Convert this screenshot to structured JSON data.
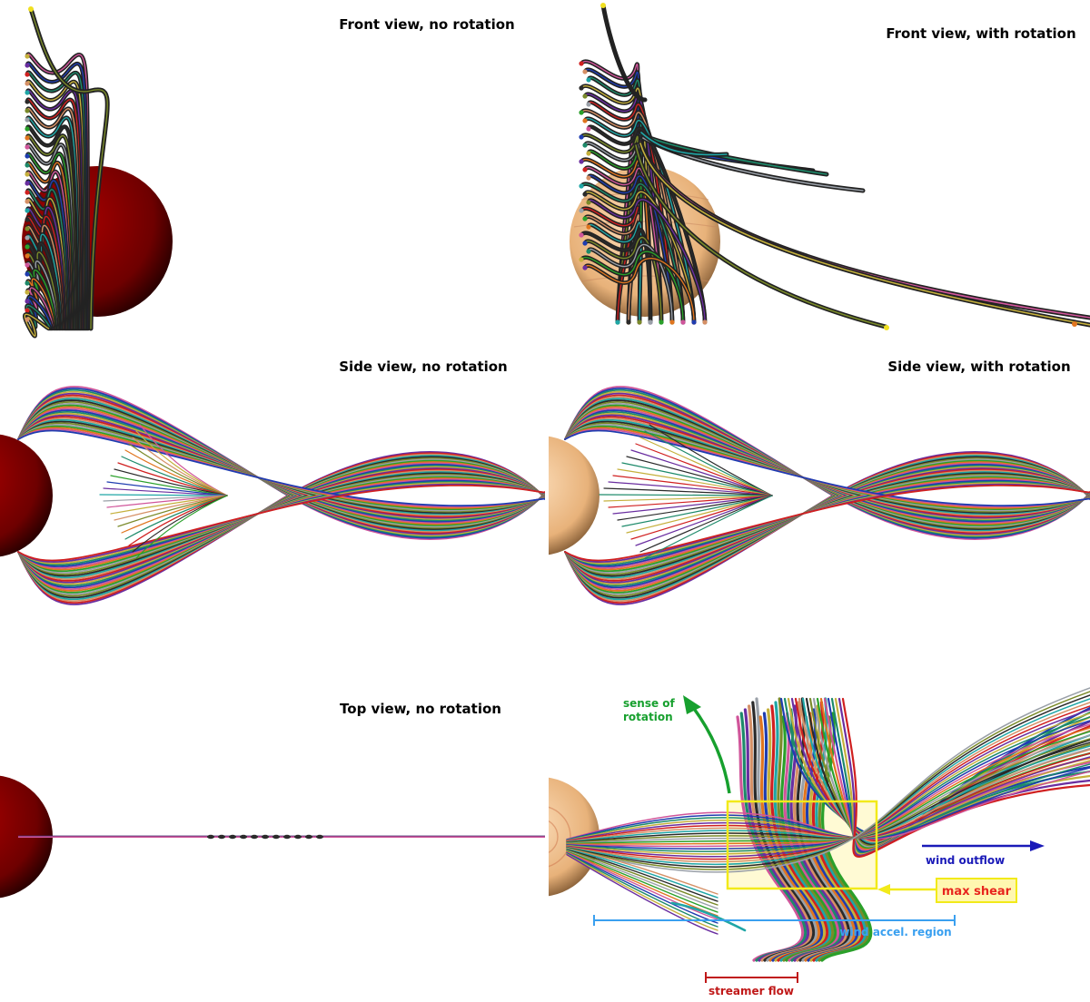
{
  "panels": {
    "front_no_rotation": {
      "title": "Front view, no rotation"
    },
    "front_with_rotation": {
      "title": "Front view, with rotation"
    },
    "side_no_rotation": {
      "title": "Side view, no rotation"
    },
    "side_with_rotation": {
      "title": "Side view, with rotation"
    },
    "top_no_rotation": {
      "title": "Top view, no rotation"
    },
    "top_with_rotation": {
      "title": ""
    }
  },
  "annotations": {
    "sense_of_rotation_line1": "sense of",
    "sense_of_rotation_line2": "rotation",
    "wind_outflow": "wind outflow",
    "max_shear": "max shear",
    "wind_accel_region": "wind accel. region",
    "streamer_flow": "streamer flow"
  },
  "colors": {
    "star_dark": "#6e0000",
    "star_light": "#e9b37c",
    "rotation_arrow": "#17a02e",
    "wind_outflow": "#1a1ab8",
    "max_shear_box": "#f2ea1a",
    "max_shear_text": "#e8261e",
    "accel_region": "#3aa0f0",
    "streamer_flow": "#c01818"
  },
  "line_palette": [
    "#d0559a",
    "#1f3db0",
    "#1d8a6a",
    "#c5b03c",
    "#6a2ea0",
    "#d02020",
    "#d59066",
    "#1fa6a6",
    "#2a2a2a",
    "#7a8a2a",
    "#9aa0a8",
    "#2aa02a",
    "#e0751f"
  ]
}
